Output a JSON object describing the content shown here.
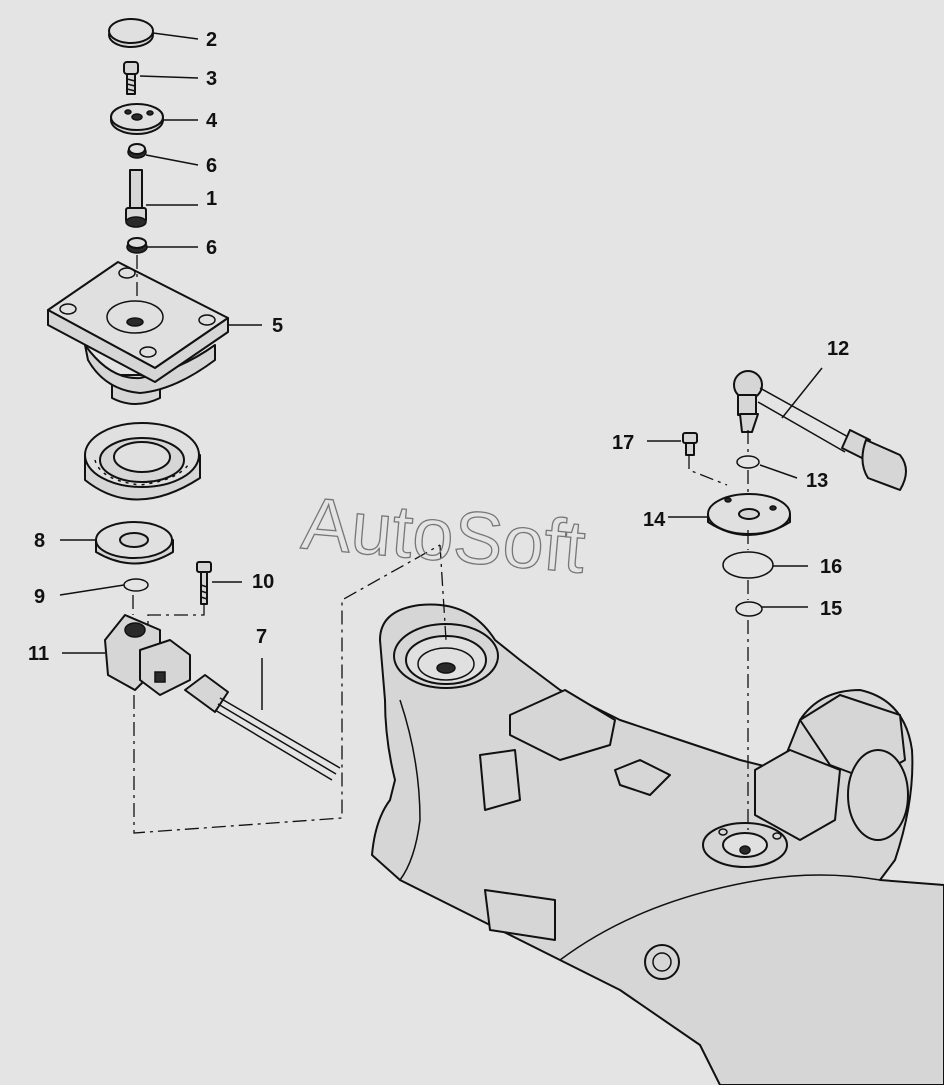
{
  "watermark": "AutoSoft",
  "callouts": [
    "1",
    "2",
    "3",
    "4",
    "5",
    "6",
    "6",
    "7",
    "8",
    "9",
    "10",
    "11",
    "12",
    "13",
    "14",
    "15",
    "16",
    "17"
  ]
}
